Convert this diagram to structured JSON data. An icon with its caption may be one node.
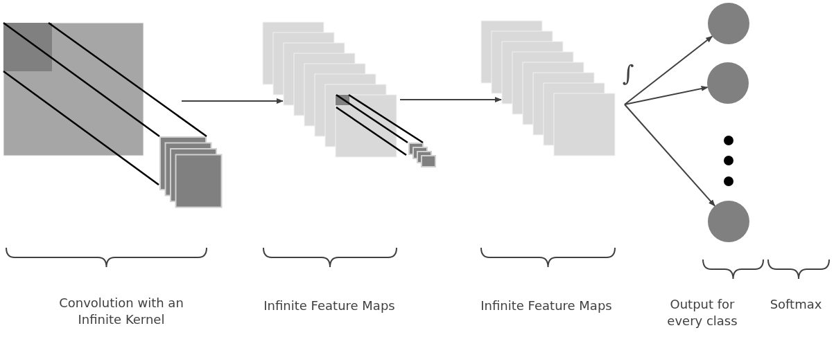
{
  "diagram": {
    "nodes": [
      {
        "text": [],
        "shape": "box"
      },
      {
        "text": [],
        "shape": "box"
      },
      {
        "text": [],
        "shape": "box"
      },
      {
        "text": [],
        "shape": "circle"
      },
      {
        "text": [],
        "shape": "circle"
      },
      {
        "text": [],
        "shape": "circle"
      }
    ],
    "edges": [
      {
        "from": 0,
        "to": 1,
        "arrow": "to"
      },
      {
        "from": 1,
        "to": 2,
        "arrow": "to"
      },
      {
        "from": 2,
        "to": 3,
        "arrow": "to"
      },
      {
        "from": 2,
        "to": 4,
        "arrow": "to"
      },
      {
        "from": 2,
        "to": 5,
        "arrow": "to"
      }
    ],
    "labels": [
      "∫",
      "Convolution with an Infinite Kernel",
      "Infinite Feature Maps",
      "Infinite Feature Maps",
      "Output for every class",
      "Softmax"
    ]
  }
}
